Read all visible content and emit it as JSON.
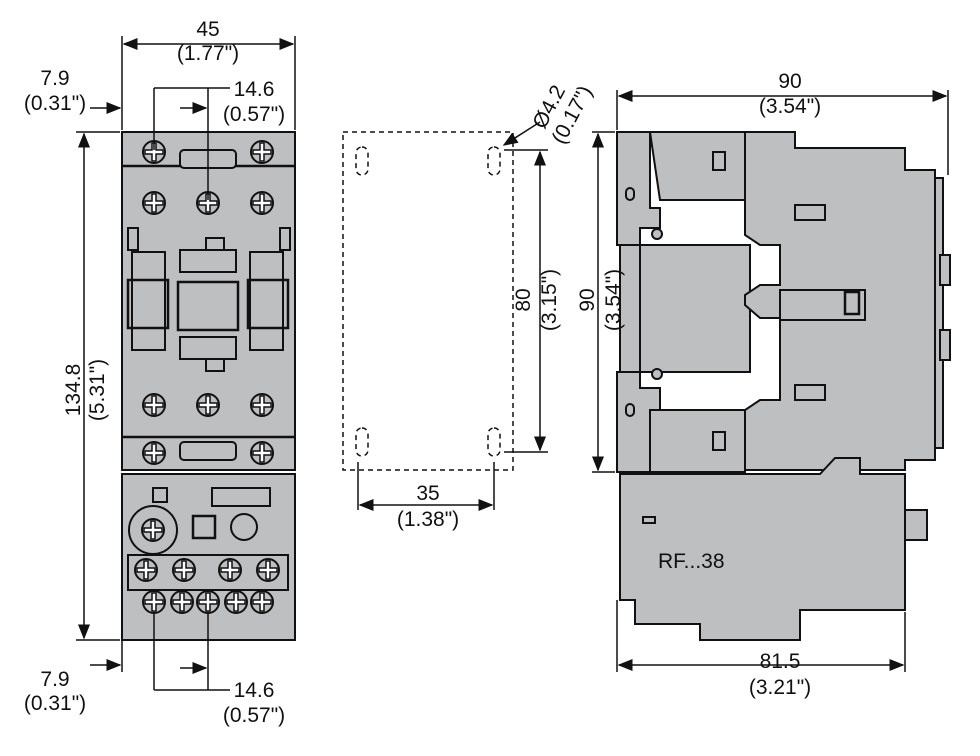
{
  "front_view": {
    "width_mm": "45",
    "width_in": "(1.77\")",
    "left_offset_top_mm": "7.9",
    "left_offset_top_in": "(0.31\")",
    "pitch_top_mm": "14.6",
    "pitch_top_in": "(0.57\")",
    "height_mm": "134.8",
    "height_in": "(5.31\")",
    "left_offset_bottom_mm": "7.9",
    "left_offset_bottom_in": "(0.31\")",
    "pitch_bottom_mm": "14.6",
    "pitch_bottom_in": "(0.57\")"
  },
  "mounting_holes": {
    "hole_dia_mm": "Ø4.2",
    "hole_dia_in": "(0.17\")",
    "vertical_mm": "80",
    "vertical_in": "(3.15\")",
    "horizontal_mm": "35",
    "horizontal_in": "(1.38\")"
  },
  "side_view": {
    "depth_mm": "90",
    "depth_in": "(3.54\")",
    "height_mm": "90",
    "height_in": "(3.54\")",
    "relay_label": "RF...38",
    "relay_depth_mm": "81.5",
    "relay_depth_in": "(3.21\")"
  },
  "colors": {
    "body": "#bdbfc1",
    "line": "#111111"
  }
}
